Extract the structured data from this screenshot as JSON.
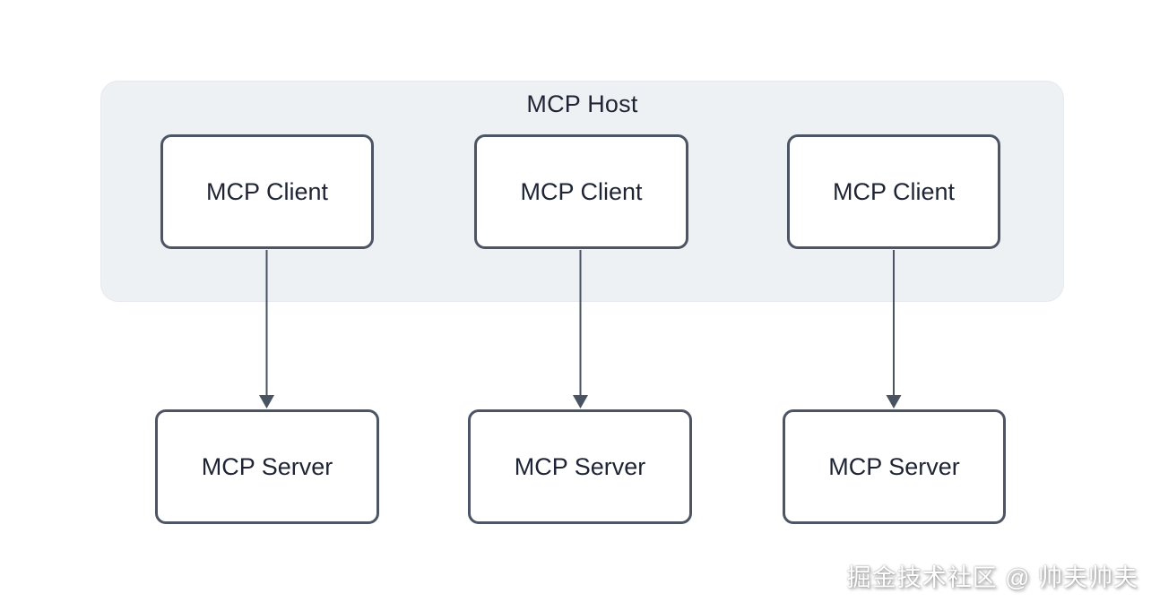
{
  "diagram": {
    "host": {
      "label": "MCP Host"
    },
    "clients": [
      {
        "id": "client-1",
        "label": "MCP Client"
      },
      {
        "id": "client-2",
        "label": "MCP Client"
      },
      {
        "id": "client-3",
        "label": "MCP Client"
      }
    ],
    "servers": [
      {
        "id": "server-1",
        "label": "MCP Server"
      },
      {
        "id": "server-2",
        "label": "MCP Server"
      },
      {
        "id": "server-3",
        "label": "MCP Server"
      }
    ],
    "edges": [
      {
        "from": "client-1",
        "to": "server-1",
        "direction": "down"
      },
      {
        "from": "client-2",
        "to": "server-2",
        "direction": "down"
      },
      {
        "from": "client-3",
        "to": "server-3",
        "direction": "down"
      }
    ],
    "watermark": "掘金技术社区 @ 帅夫帅夫"
  },
  "colors": {
    "canvas_bg": "#ffffff",
    "host_bg": "#eef1f4",
    "host_border": "#e6e9ed",
    "node_bg": "#ffffff",
    "node_border": "#4d5564",
    "text": "#1e2433",
    "arrow": "#4a5362"
  }
}
